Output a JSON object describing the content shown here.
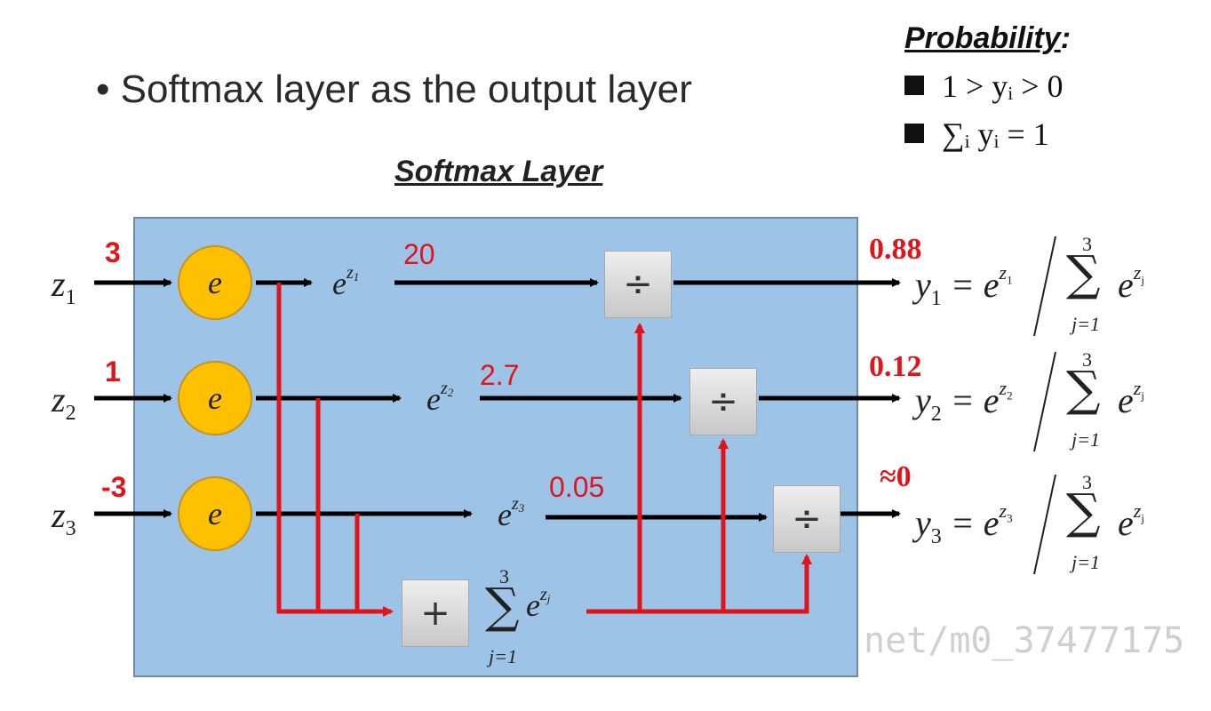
{
  "bullet": {
    "marker": "•",
    "text": "Softmax layer as the output layer"
  },
  "probability": {
    "title": "Probability",
    "colon": ":",
    "items": [
      "1 > yᵢ > 0",
      "∑ᵢ yᵢ = 1"
    ]
  },
  "layer": {
    "title": "Softmax Layer"
  },
  "inputs": [
    {
      "label": "z",
      "sub": "1",
      "value": "3"
    },
    {
      "label": "z",
      "sub": "2",
      "value": "1"
    },
    {
      "label": "z",
      "sub": "3",
      "value": "-3"
    }
  ],
  "exp_unit": {
    "symbol": "e"
  },
  "exps": [
    {
      "base": "e",
      "sup": "z",
      "supsub": "1",
      "value": "20"
    },
    {
      "base": "e",
      "sup": "z",
      "supsub": "2",
      "value": "2.7"
    },
    {
      "base": "e",
      "sup": "z",
      "supsub": "3",
      "value": "0.05"
    }
  ],
  "divide": {
    "symbol": "÷"
  },
  "sum_box": {
    "symbol": "+",
    "sigma": "∑",
    "upper": "3",
    "lower": "j=1",
    "term_base": "e",
    "term_sup": "z",
    "term_supsub": "j"
  },
  "outputs": [
    {
      "value": "0.88",
      "y": "y",
      "sub": "1"
    },
    {
      "value": "0.12",
      "y": "y",
      "sub": "2"
    },
    {
      "value": "≈0",
      "y": "y",
      "sub": "3"
    }
  ],
  "watermark": "net/m0_37477175",
  "colors": {
    "box": "#9dc3e6",
    "node": "#ffc000",
    "red": "#e0151b",
    "black": "#000000"
  }
}
